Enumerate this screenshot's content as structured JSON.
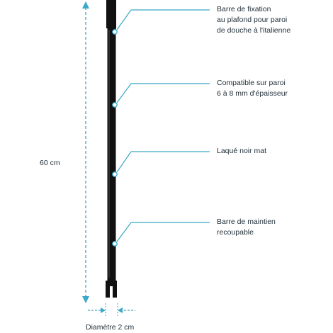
{
  "colors": {
    "accent": "#3aa8c8",
    "rod": "#111111",
    "text": "#22303a",
    "background": "#ffffff"
  },
  "dimension_height": "60 cm",
  "dimension_diameter": "Diamètre 2 cm",
  "callouts": [
    {
      "lines": [
        "Barre de fixation",
        "au plafond pour paroi",
        "de douche à l'italienne"
      ]
    },
    {
      "lines": [
        "Compatible sur paroi",
        "6 à 8 mm d'épaisseur"
      ]
    },
    {
      "lines": [
        "Laqué noir mat"
      ]
    },
    {
      "lines": [
        "Barre de maintien",
        "recoupable"
      ]
    }
  ]
}
